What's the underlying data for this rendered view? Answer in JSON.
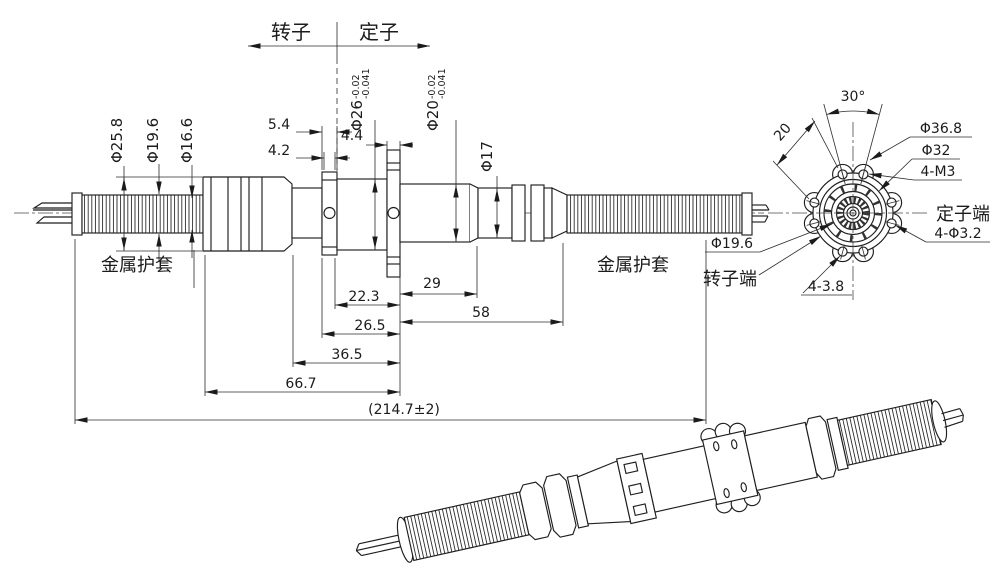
{
  "side_view": {
    "header": {
      "rotor": "转子",
      "stator": "定子"
    },
    "dia": {
      "d25_8": "Φ25.8",
      "d19_6": "Φ19.6",
      "d16_6": "Φ16.6",
      "d17": "Φ17",
      "d26_base": "Φ26",
      "d26_tol_up": "-0.02",
      "d26_tol_low": "-0.041",
      "d20_base": "Φ20",
      "d20_tol_up": "-0.02",
      "d20_tol_low": "-0.041"
    },
    "len": {
      "w5_4": "5.4",
      "w4_2": "4.2",
      "w4_4": "4.4",
      "l22_3": "22.3",
      "l26_5": "26.5",
      "l36_5": "36.5",
      "l66_7": "66.7",
      "l29": "29",
      "l58": "58",
      "overall": "(214.7±2)"
    },
    "sheath_left": "金属护套",
    "sheath_right": "金属护套"
  },
  "end_view": {
    "angle": "30°",
    "chord": "20",
    "d36_8": "Φ36.8",
    "d32": "Φ32",
    "m3": "4-M3",
    "stator_end": "定子端",
    "holes": "4-Φ3.2",
    "d19_6": "Φ19.6",
    "rotor_end": "转子端",
    "slots": "4-3.8"
  }
}
